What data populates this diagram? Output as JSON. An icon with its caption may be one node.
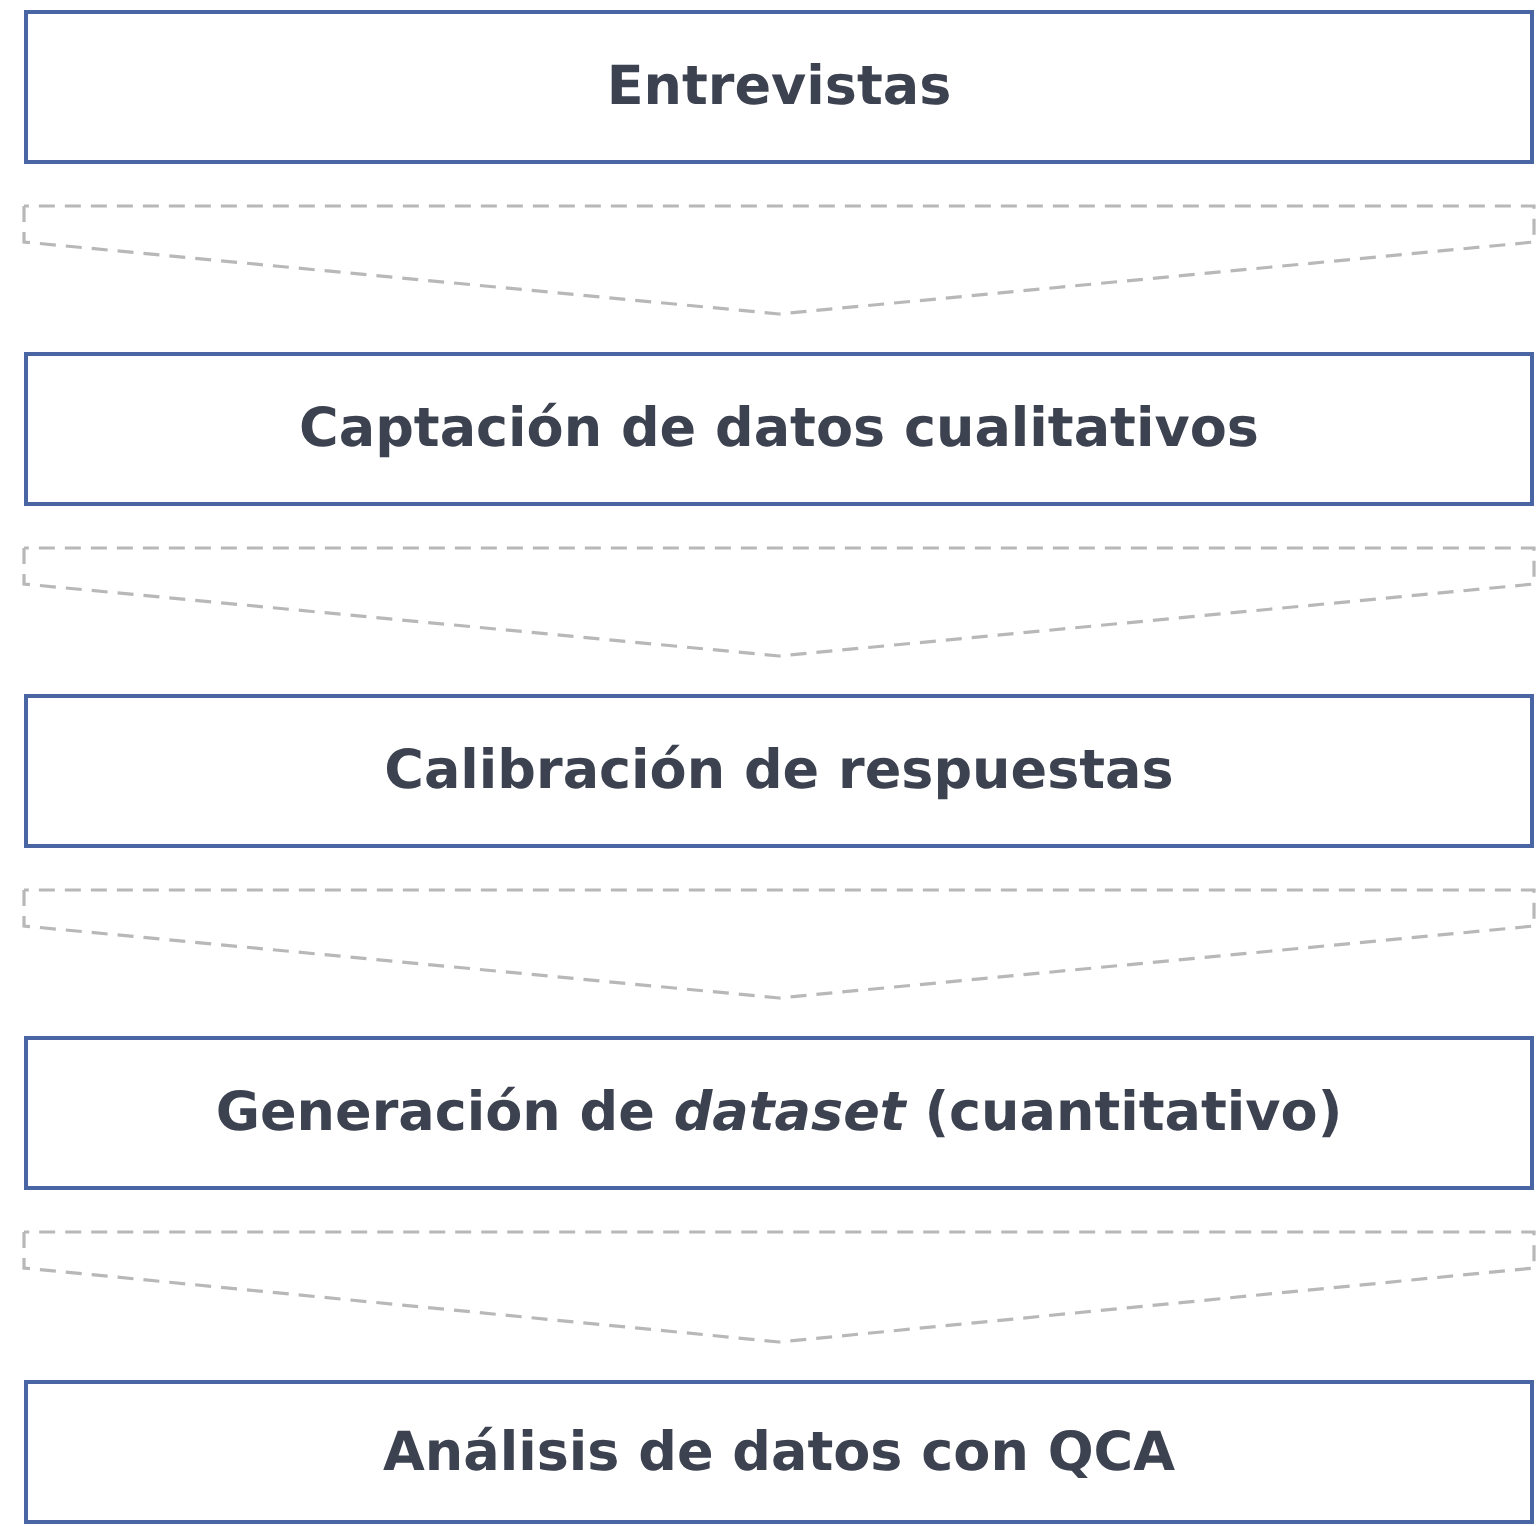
{
  "diagram": {
    "nodes": [
      {
        "text": [
          "Entrevistas"
        ]
      },
      {
        "text": [
          "Captación de datos cualitativos"
        ]
      },
      {
        "text": [
          "Calibración de respuestas"
        ]
      },
      {
        "text": [
          "Generación de *dataset* (cuantitativo)"
        ]
      },
      {
        "text": [
          "Análisis de datos con QCA"
        ]
      }
    ],
    "edges": [
      {
        "from": 0,
        "to": 1,
        "arrow": "to",
        "style": "dashed"
      },
      {
        "from": 1,
        "to": 2,
        "arrow": "to",
        "style": "dashed"
      },
      {
        "from": 2,
        "to": 3,
        "arrow": "to",
        "style": "dashed"
      },
      {
        "from": 3,
        "to": 4,
        "arrow": "to",
        "style": "dashed"
      }
    ]
  }
}
